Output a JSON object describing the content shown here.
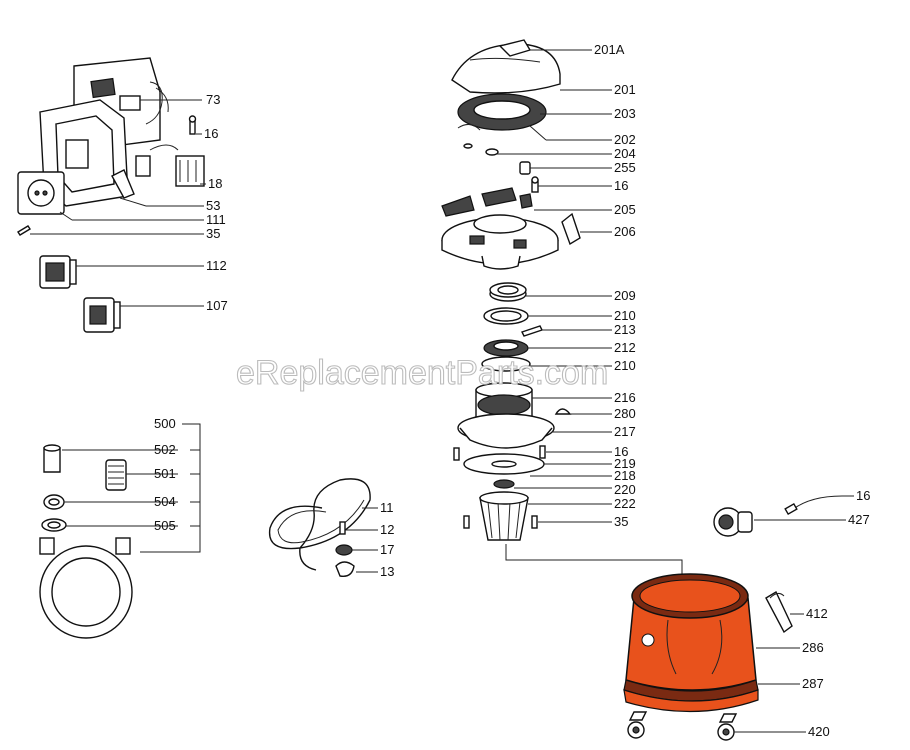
{
  "watermark": "eReplacementParts.com",
  "colors": {
    "tank": "#e8521c",
    "gasket": "#7a2a12",
    "ink": "#111111"
  },
  "labels": {
    "l73": "73",
    "l16a": "16",
    "l18": "18",
    "l53": "53",
    "l111": "111",
    "l35a": "35",
    "l112": "112",
    "l107": "107",
    "l201A": "201A",
    "l201": "201",
    "l203": "203",
    "l202": "202",
    "l204": "204",
    "l255": "255",
    "l16b": "16",
    "l205": "205",
    "l206": "206",
    "l209": "209",
    "l210a": "210",
    "l213": "213",
    "l212": "212",
    "l210b": "210",
    "l216": "216",
    "l280": "280",
    "l217": "217",
    "l16c": "16",
    "l219": "219",
    "l218": "218",
    "l220": "220",
    "l222": "222",
    "l35b": "35",
    "l500": "500",
    "l502": "502",
    "l501": "501",
    "l504": "504",
    "l505": "505",
    "l11": "11",
    "l12": "12",
    "l17": "17",
    "l13": "13",
    "l16d": "16",
    "l427": "427",
    "l412": "412",
    "l286": "286",
    "l287": "287",
    "l420": "420"
  }
}
